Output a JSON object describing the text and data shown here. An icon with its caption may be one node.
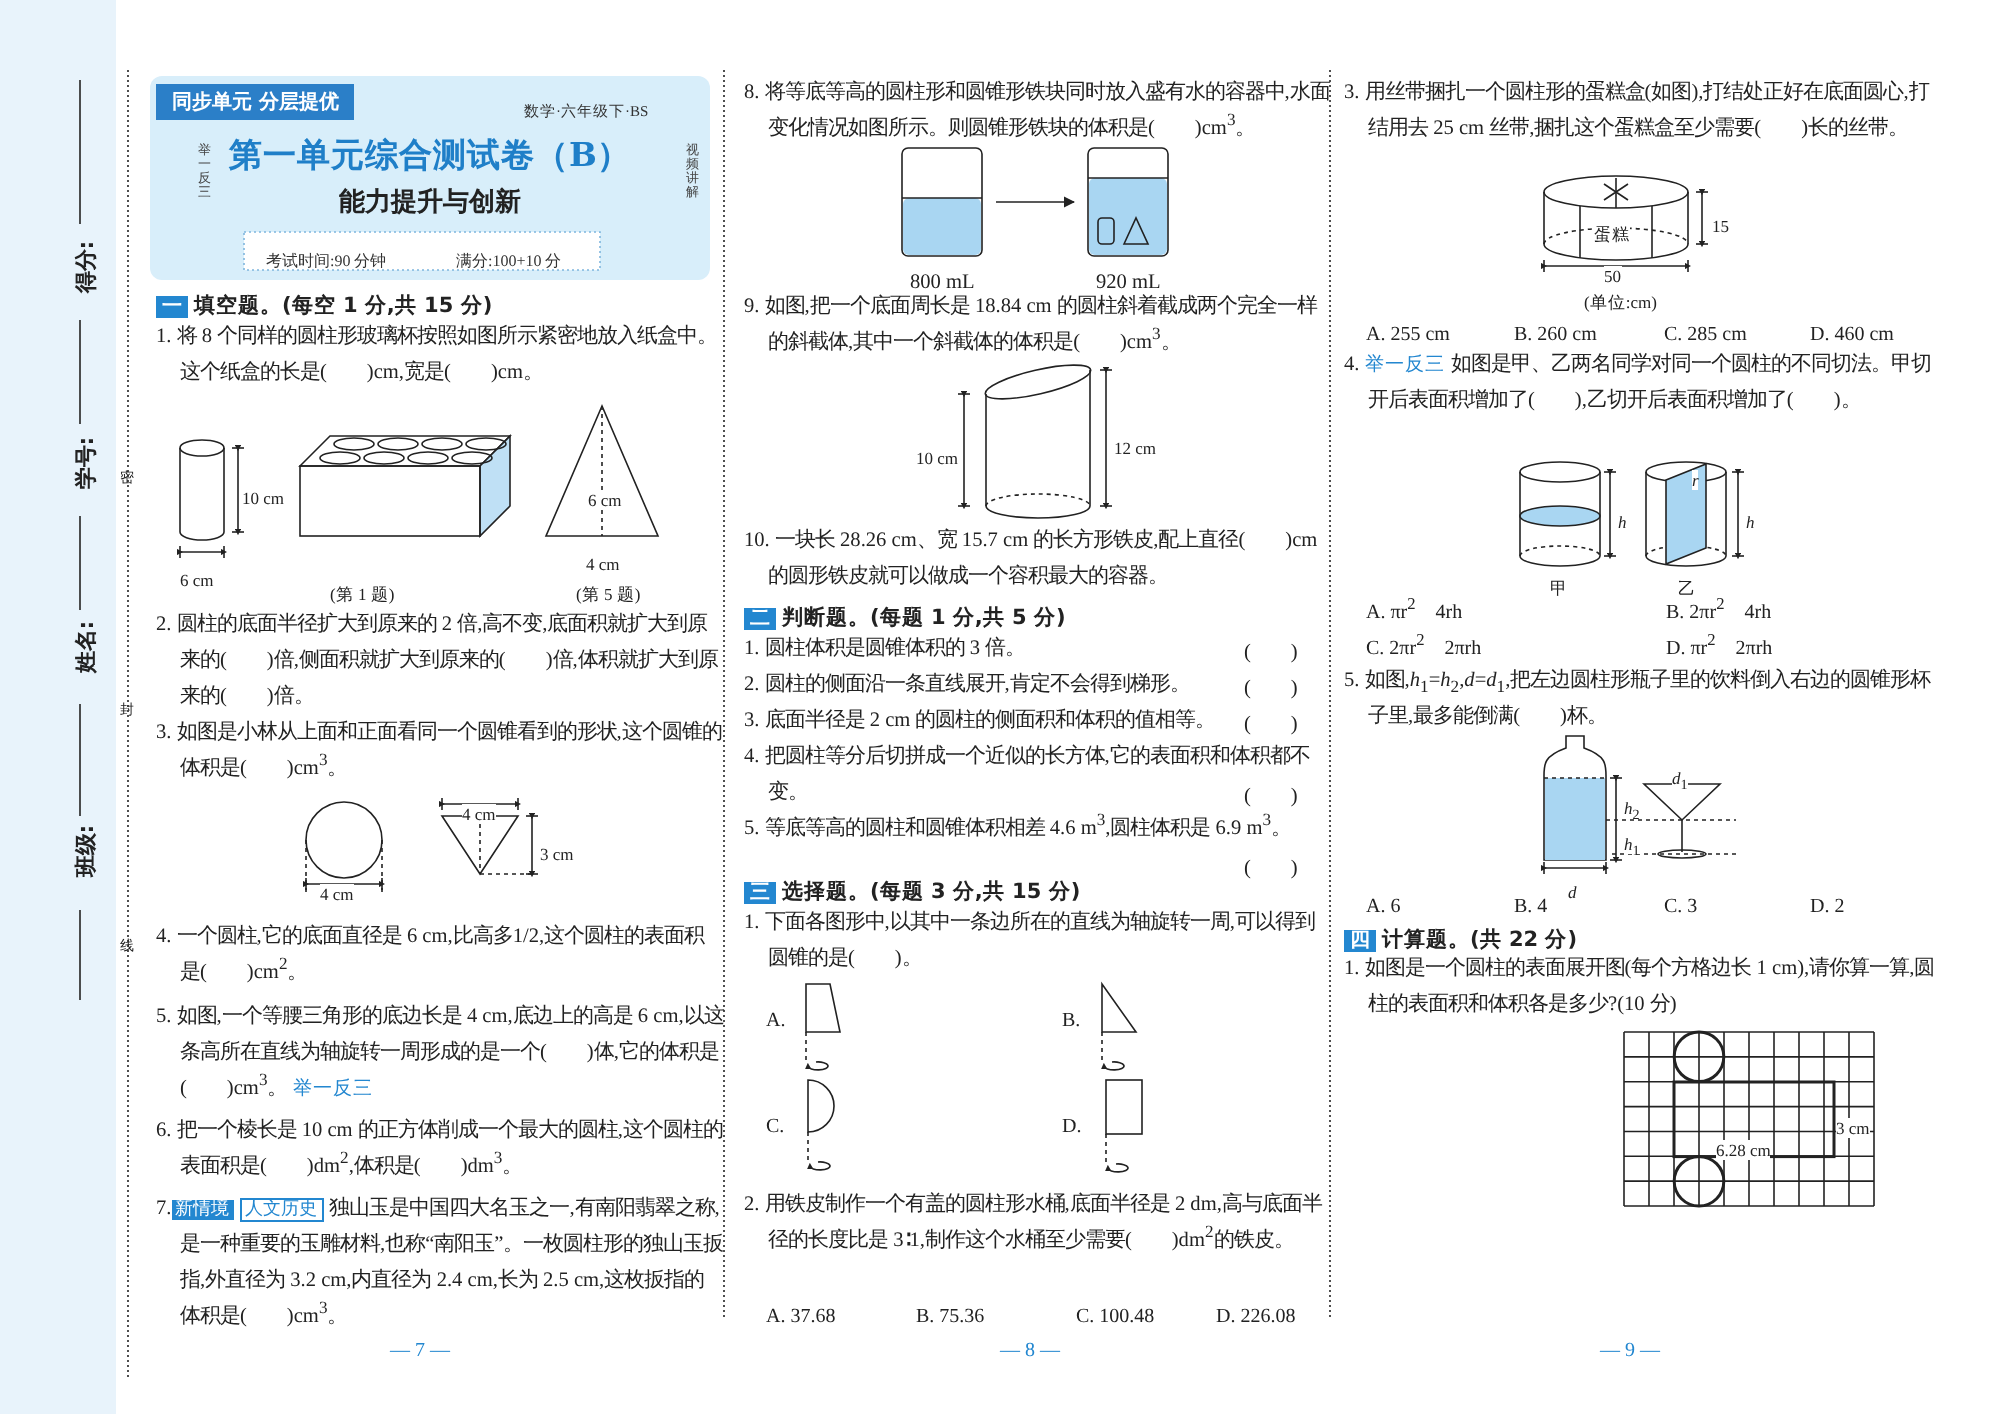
{
  "diagram": {
    "nodes": [
      {
        "text": [],
        "shape": "picture",
        "beside": [
          "800 mL"
        ]
      },
      {
        "text": [],
        "shape": "picture",
        "beside": [
          "920 mL"
        ]
      }
    ],
    "edges": [
      {
        "from": 0,
        "to": 1,
        "arrow": "to"
      }
    ],
    "labels": [
      "得分:",
      "学号:",
      "姓名:",
      "班级:",
      "密",
      "封",
      "线",
      "同步单元 分层提优",
      "数学·六年级下·BS",
      "举一反三",
      "第一单元综合测试卷（B）",
      "能力提升与创新",
      "视频讲解",
      "考试时间:90 分钟",
      "满分:100+10 分",
      "一",
      "填空题。(每空 1 分,共 15 分)",
      "1. 将 8 个同样的圆柱形玻璃杯按照如图所示紧密地放入纸盒中。这个纸盒的长是(　　)cm,宽是(　　)cm。",
      "10 cm",
      "6 cm",
      "6 cm",
      "4 cm",
      "(第 1 题)",
      "(第 5 题)",
      "2. 圆柱的底面半径扩大到原来的 2 倍,高不变,底面积就扩大到原来的(　　)倍,侧面积就扩大到原来的(　　)倍,体积就扩大到原来的(　　)倍。",
      "3. 如图是小林从上面和正面看同一个圆锥看到的形状,这个圆锥的体积是(　　)cm$^{3}$。",
      "4 cm",
      "4 cm",
      "3 cm",
      "4. 一个圆柱,它的底面直径是 6 cm,比高多1/2,这个圆柱的表面积是(　　)cm$^{2}$。",
      "5. 如图,一个等腰三角形的底边长是 4 cm,底边上的高是 6 cm,以这条高所在直线为轴旋转一周形成的是一个(　　)体,它的体积是(　　)cm$^{3}$。",
      "举一反三",
      "6. 把一个棱长是 10 cm 的正方体削成一个最大的圆柱,这个圆柱的表面积是(　　)dm$^{2}$,体积是(　　)dm$^{3}$。",
      "7.",
      "新情境",
      "人文历史",
      "独山玉是中国四大名玉之一,有南阳翡翠之称,是一种重要的玉雕材料,也称“南阳玉”。一枚圆柱形的独山玉扳指,外直径为 3.2 cm,内直径为 2.4 cm,长为 2.5 cm,这枚扳指的体积是(　　)cm$^{3}$。",
      "— 7 —",
      "8. 将等底等高的圆柱形和圆锥形铁块同时放入盛有水的容器中,水面变化情况如图所示。则圆锥形铁块的体积是(　　)cm$^{3}$。",
      "9. 如图,把一个底面周长是 18.84 cm 的圆柱斜着截成两个完全一样的斜截体,其中一个斜截体的体积是(　　)cm$^{3}$。",
      "10 cm",
      "12 cm",
      "10. 一块长 28.26 cm、宽 15.7 cm 的长方形铁皮,配上直径(　　)cm 的圆形铁皮就可以做成一个容积最大的容器。",
      "二",
      "判断题。(每题 1 分,共 5 分)",
      "1. 圆柱体积是圆锥体积的 3 倍。",
      "(　　)",
      "2. 圆柱的侧面沿一条直线展开,肯定不会得到梯形。",
      "(　　)",
      "3. 底面半径是 2 cm 的圆柱的侧面积和体积的值相等。",
      "(　　)",
      "4. 把圆柱等分后切拼成一个近似的长方体,它的表面积和体积都不变。",
      "(　　)",
      "5. 等底等高的圆柱和圆锥体积相差 4.6 m$^{3}$,圆柱体积是 6.9 m$^{3}$。",
      "(　　)",
      "三",
      "选择题。(每题 3 分,共 15 分)",
      "1. 下面各图形中,以其中一条边所在的直线为轴旋转一周,可以得到圆锥的是(　　)。",
      "A.",
      "B.",
      "C.",
      "D.",
      "2. 用铁皮制作一个有盖的圆柱形水桶,底面半径是 2 dm,高与底面半径的长度比是 3∶1,制作这个水桶至少需要(　　)dm$^{2}$的铁皮。",
      "A. 37.68",
      "B. 75.36",
      "C. 100.48",
      "D. 226.08",
      "— 8 —",
      "3. 用丝带捆扎一个圆柱形的蛋糕盒(如图),打结处正好在底面圆心,打结用去 25 cm 丝带,捆扎这个蛋糕盒至少需要(　　)长的丝带。",
      "蛋糕",
      "15",
      "50",
      "(单位:cm)",
      "A. 255 cm",
      "B. 260 cm",
      "C. 285 cm",
      "D. 460 cm",
      "4.",
      "举一反三",
      "如图是甲、乙两名同学对同一个圆柱的不同切法。甲切开后表面积增加了(　　),乙切开后表面积增加了(　　)。",
      "*h*",
      "甲",
      "*r*",
      "*h*",
      "乙",
      "A. πr$^{2}$　4rh",
      "B. 2πr$^{2}$　4rh",
      "C. 2πr$^{2}$　2πrh",
      "D. πr$^{2}$　2πrh",
      "5. 如图,*h*$_{1}$=*h*$_{2}$,*d*=*d*$_{1}$,把左边圆柱形瓶子里的饮料倒入右边的圆锥形杯子里,最多能倒满(　　)杯。",
      "*h*$_{2}$",
      "*h*$_{1}$",
      "*d*",
      "*d*$_{1}$",
      "A. 6",
      "B. 4",
      "C. 3",
      "D. 2",
      "四",
      "计算题。(共 22 分)",
      "1. 如图是一个圆柱的表面展开图(每个方格边长 1 cm),请你算一算,圆柱的表面积和体积各是多少?(10 分)",
      "3 cm",
      "6.28 cm",
      "— 9 —"
    ]
  }
}
